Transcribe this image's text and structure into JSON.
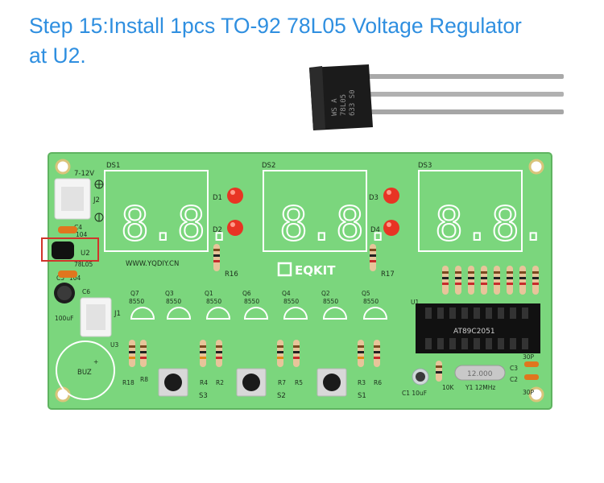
{
  "caption": {
    "line1": "Step 15:Install 1pcs TO-92 78L05 Voltage Regulator",
    "line2": "at U2."
  },
  "regulator": {
    "marking_line1": "WS A",
    "marking_line2": "78L05",
    "marking_line3": "633 S0"
  },
  "pcb": {
    "displays": [
      "DS1",
      "DS2",
      "DS3"
    ],
    "leds": [
      "D1",
      "D2",
      "D3",
      "D4"
    ],
    "website": "WWW.YQDIY.CN",
    "brand": "EQKIT",
    "power_label": "7-12V",
    "connector_j2": "J2",
    "connector_j1": "J1",
    "cap_c4": "C4",
    "cap_c4_value": "104",
    "highlight_label": "U2",
    "reg_label": "78L05",
    "cap_c5": "C5",
    "cap_c5_value": "104",
    "cap_c6": "C6",
    "cap_c6_value": "100uF",
    "u3": "U3",
    "buzzer": "BUZ",
    "buzzer_plus": "+",
    "transistors": [
      {
        "ref": "Q7",
        "part": "8550"
      },
      {
        "ref": "Q3",
        "part": "8550"
      },
      {
        "ref": "Q1",
        "part": "8550"
      },
      {
        "ref": "Q6",
        "part": "8550"
      },
      {
        "ref": "Q4",
        "part": "8550"
      },
      {
        "ref": "Q2",
        "part": "8550"
      },
      {
        "ref": "Q5",
        "part": "8550"
      }
    ],
    "resistors_top": [
      "R16",
      "R17"
    ],
    "bottom_labels": [
      "R18",
      "R8",
      "R4",
      "R2",
      "R7",
      "R5",
      "R3",
      "R6"
    ],
    "switches": [
      "S3",
      "S2",
      "S1"
    ],
    "u1": "U1",
    "mcu": "AT89C2051",
    "crystal": "12.000",
    "c1": "C1 10uF",
    "r10k": "10K",
    "y1": "Y1 12MHz",
    "c3": "C3",
    "c2": "C2",
    "cap30p_top": "30P",
    "cap30p_bottom": "30P"
  },
  "colors": {
    "caption_blue": "#2f8fe0",
    "pcb_green": "#7bd67d",
    "highlight_red": "#d0352b",
    "led_red": "#e83424"
  }
}
